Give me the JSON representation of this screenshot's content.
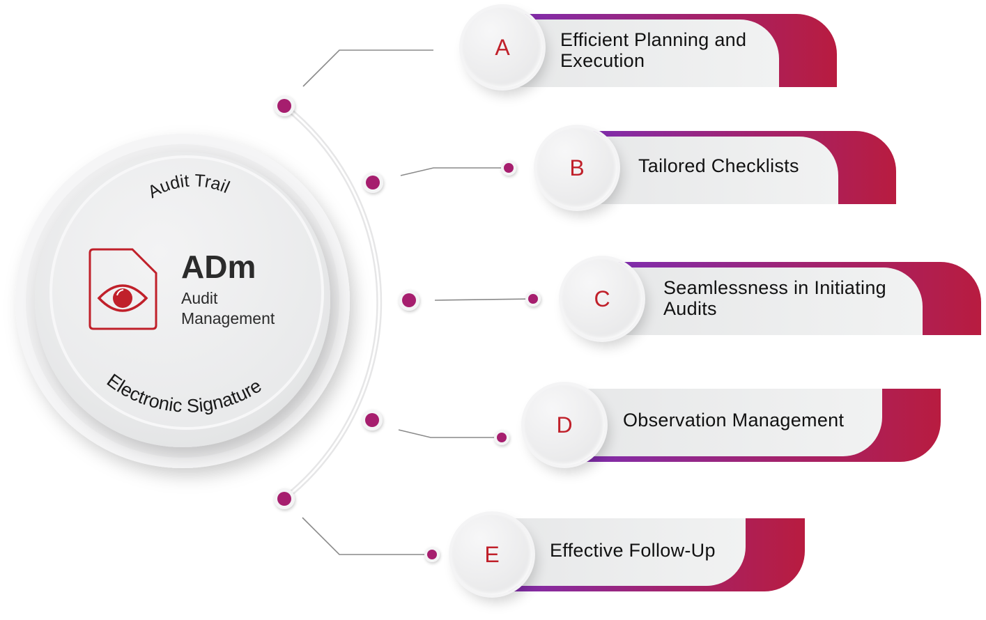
{
  "hub": {
    "product_code": "ADm",
    "product_name_line1": "Audit",
    "product_name_line2": "Management",
    "arc_top": "Audit Trail",
    "arc_bottom": "Electronic Signature",
    "icon": "document-eye-icon"
  },
  "features": [
    {
      "letter": "A",
      "line1": "Efficient Planning and",
      "line2": "Execution"
    },
    {
      "letter": "B",
      "line1": "Tailored Checklists",
      "line2": ""
    },
    {
      "letter": "C",
      "line1": "Seamlessness in Initiating",
      "line2": "Audits"
    },
    {
      "letter": "D",
      "line1": "Observation Management",
      "line2": ""
    },
    {
      "letter": "E",
      "line1": "Effective Follow-Up",
      "line2": ""
    }
  ],
  "colors": {
    "accent_red": "#c0202a",
    "node_magenta": "#a61e6e",
    "gradient_start": "#7a2fb8",
    "gradient_end": "#b81c40",
    "card_fill": "#eeeff0",
    "connector": "#8a8a8a"
  }
}
